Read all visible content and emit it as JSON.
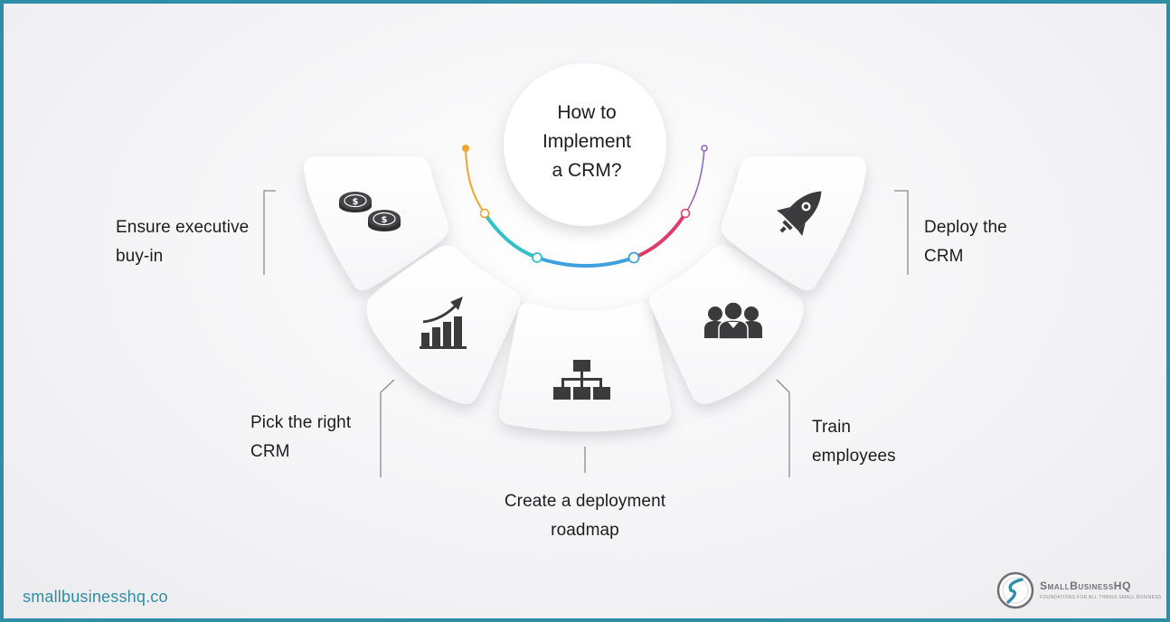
{
  "title_lines": [
    "How to",
    "Implement",
    "a CRM?"
  ],
  "steps": [
    {
      "id": "exec",
      "label_lines": [
        "Ensure executive",
        "buy-in"
      ],
      "icon": "coins-icon"
    },
    {
      "id": "pick",
      "label_lines": [
        "Pick the right",
        "CRM"
      ],
      "icon": "growth-chart-icon"
    },
    {
      "id": "roadmap",
      "label_lines": [
        "Create a deployment",
        "roadmap"
      ],
      "icon": "hierarchy-icon"
    },
    {
      "id": "train",
      "label_lines": [
        "Train",
        "employees"
      ],
      "icon": "team-icon"
    },
    {
      "id": "deploy",
      "label_lines": [
        "Deploy the",
        "CRM"
      ],
      "icon": "rocket-icon"
    }
  ],
  "footer": {
    "website": "smallbusinesshq.co",
    "brand_name": "SmallBusinessHQ",
    "brand_tagline": "FOUNDATIONS FOR ALL THINGS SMALL BUSINESS"
  },
  "colors": {
    "frame": "#2f8ea6",
    "arc_segments": [
      "#f0a42c",
      "#2fc1c6",
      "#3fa0de",
      "#e03b67",
      "#8c5ec3"
    ],
    "icon": "#3b3b3e",
    "text": "#1d1d1f"
  }
}
